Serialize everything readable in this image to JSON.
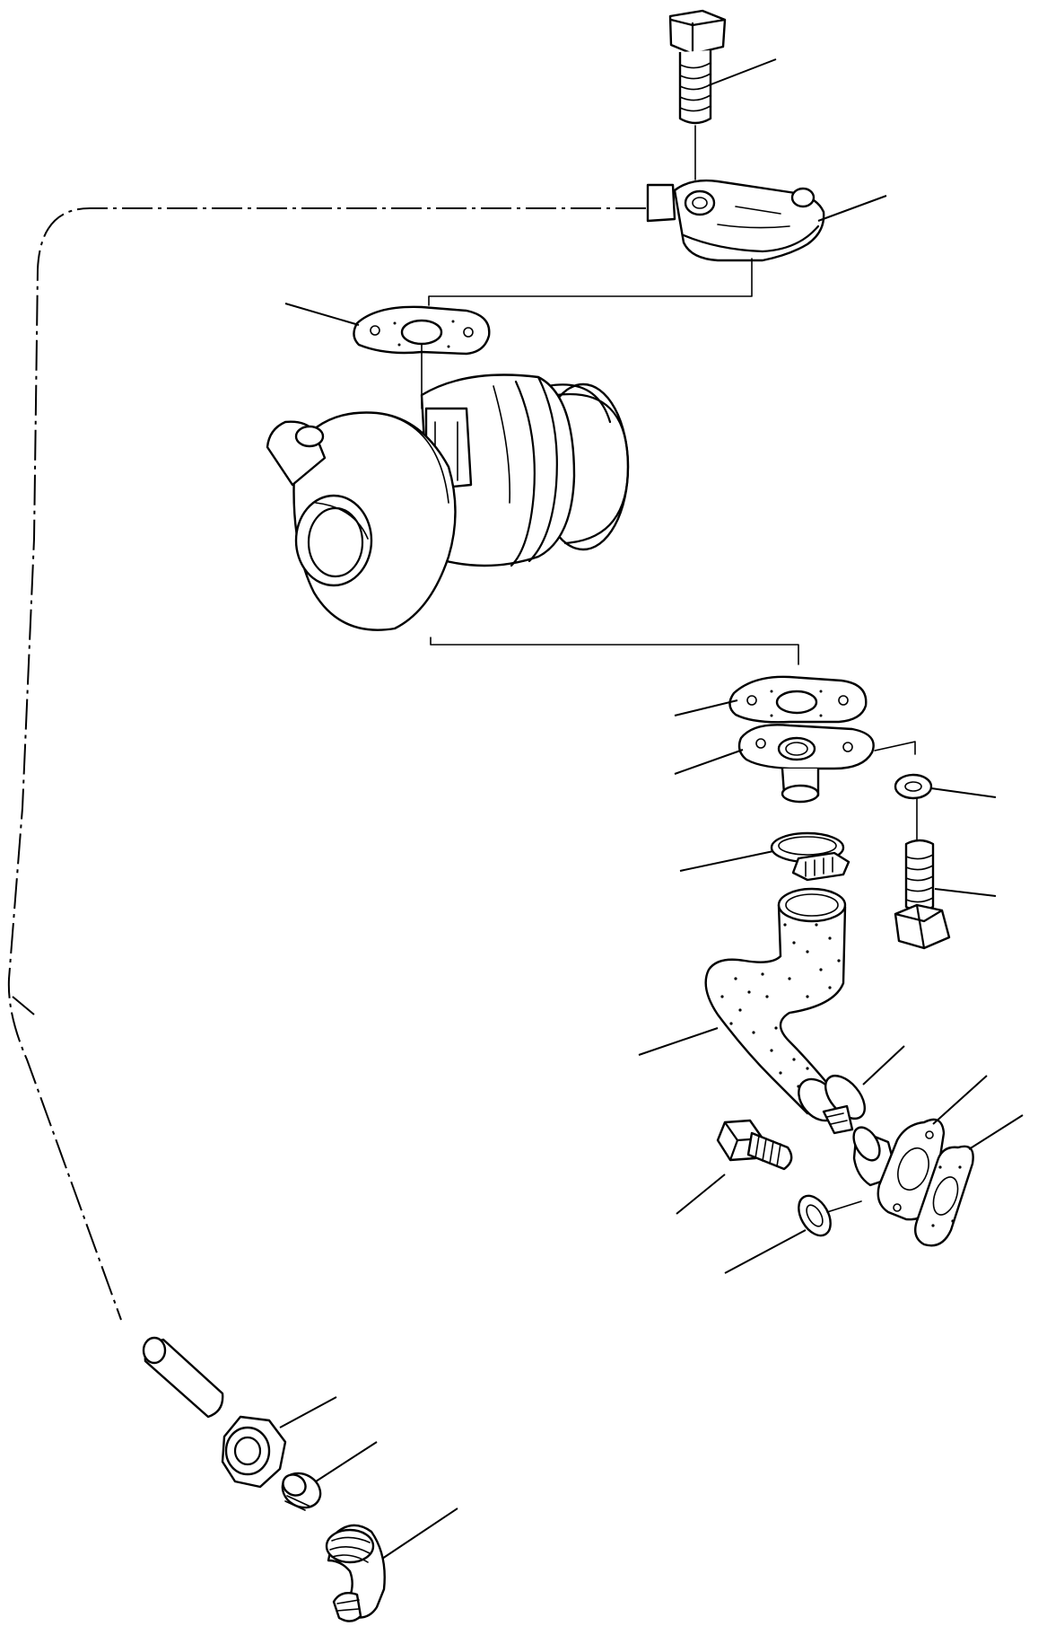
{
  "diagram": {
    "type": "exploded parts diagram",
    "parts": [
      {
        "id": "bolt-top",
        "icon": "hex-bolt-icon"
      },
      {
        "id": "oil-feed-flange",
        "icon": "flange-icon"
      },
      {
        "id": "upper-gasket",
        "icon": "gasket-icon"
      },
      {
        "id": "turbocharger",
        "icon": "turbocharger-icon"
      },
      {
        "id": "lower-gasket",
        "icon": "gasket-icon"
      },
      {
        "id": "return-flange",
        "icon": "flange-icon"
      },
      {
        "id": "washer-right",
        "icon": "washer-icon"
      },
      {
        "id": "bolt-right",
        "icon": "hex-bolt-icon"
      },
      {
        "id": "hose-clamp-upper",
        "icon": "hose-clamp-icon"
      },
      {
        "id": "return-hose",
        "icon": "hose-icon"
      },
      {
        "id": "hose-clamp-lower",
        "icon": "hose-clamp-icon"
      },
      {
        "id": "return-tube-flange",
        "icon": "flange-icon"
      },
      {
        "id": "lower-flange-gasket",
        "icon": "gasket-icon"
      },
      {
        "id": "bolt-lower",
        "icon": "hex-bolt-icon"
      },
      {
        "id": "washer-lower",
        "icon": "washer-icon"
      },
      {
        "id": "oil-feed-pipe",
        "icon": "pipe-icon"
      },
      {
        "id": "sleeve",
        "icon": "sleeve-icon"
      },
      {
        "id": "union-nut",
        "icon": "nut-icon"
      },
      {
        "id": "olive",
        "icon": "olive-icon"
      },
      {
        "id": "elbow-fitting",
        "icon": "elbow-icon"
      }
    ]
  }
}
